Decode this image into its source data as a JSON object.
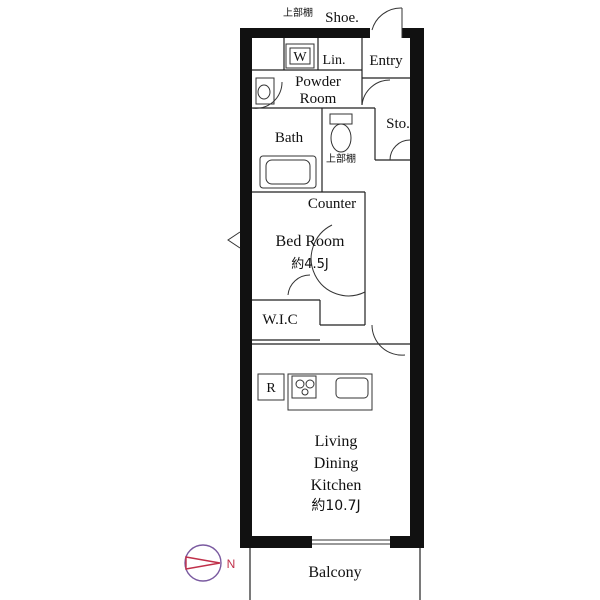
{
  "rooms": {
    "upper_shelf_top": "上部棚",
    "washer": "W",
    "linen": "Lin.",
    "shoe": "Shoe.",
    "entry": "Entry",
    "powder_room_line1": "Powder",
    "powder_room_line2": "Room",
    "bath": "Bath",
    "storage": "Sto.",
    "upper_shelf_bath": "上部棚",
    "counter": "Counter",
    "bedroom_name": "Bed Room",
    "bedroom_size": "約4.5J",
    "wic": "W.I.C",
    "refrigerator": "R",
    "ldk_line1": "Living",
    "ldk_line2": "Dining",
    "ldk_line3": "Kitchen",
    "ldk_size": "約10.7J",
    "balcony": "Balcony"
  },
  "compass": {
    "direction_label": "N"
  },
  "colors": {
    "wall": "#111111",
    "compass_accent": "#c0304a",
    "compass_stroke": "#7a5aa0"
  }
}
